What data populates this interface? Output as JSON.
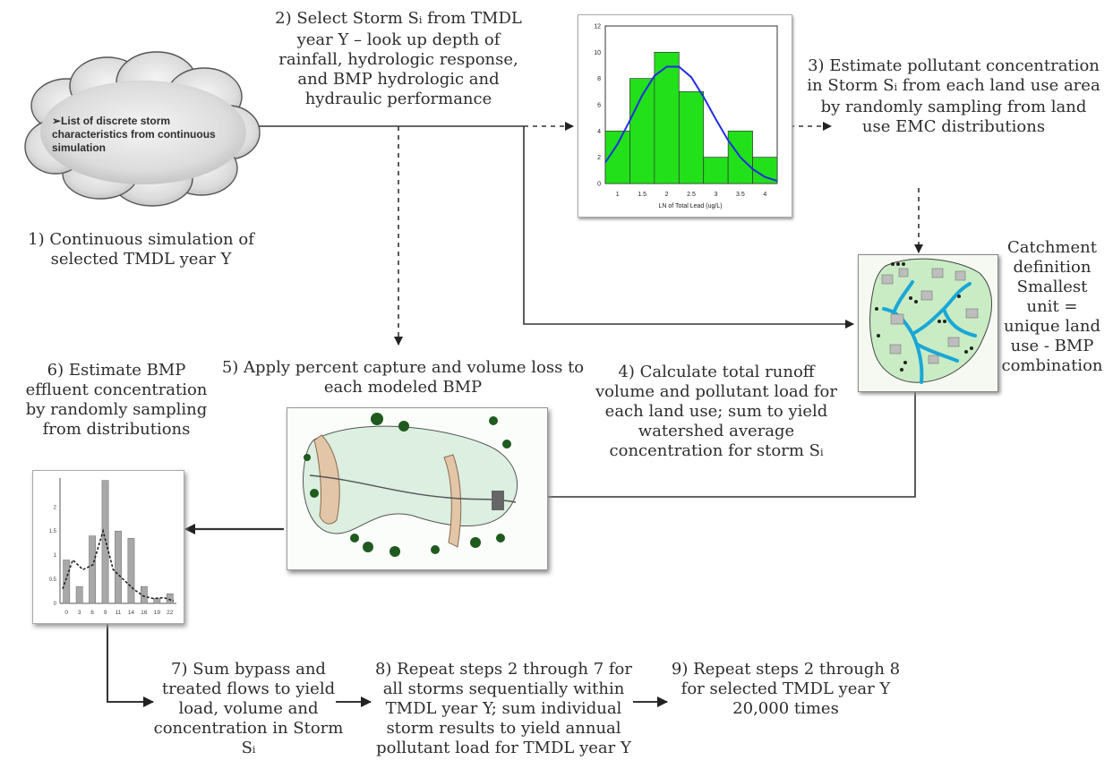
{
  "steps": {
    "s1": "1) Continuous simulation of selected TMDL year Y",
    "s2": {
      "pre": "2) Select Storm S",
      "sub": "i",
      "post": " from TMDL year Y – look up depth of rainfall, hydrologic response, and BMP hydrologic and hydraulic performance"
    },
    "s3": {
      "pre": "3) Estimate pollutant concentration in Storm S",
      "sub": "i",
      "post": " from each land use area by randomly sampling from land use EMC distributions"
    },
    "s4": {
      "pre": "4) Calculate total runoff volume and pollutant load for each land use; sum to yield watershed average concentration for storm S",
      "sub": "i",
      "post": ""
    },
    "s5": "5) Apply percent capture and volume loss to each modeled BMP",
    "s6": "6) Estimate BMP effluent concentration by randomly sampling from distributions",
    "s7": {
      "pre": "7) Sum bypass and treated flows to yield load, volume and concentration in Storm S",
      "sub": "i",
      "post": ""
    },
    "s8": "8) Repeat steps 2 through 7 for all storms sequentially within TMDL year Y; sum individual storm results to yield annual pollutant load for TMDL year Y",
    "s9": "9) Repeat steps 2 through 8 for selected TMDL year Y 20,000 times"
  },
  "cloud_text": "➢List of discrete storm characteristics from continuous simulation",
  "catchment_text": "Catchment definition Smallest unit = unique land use - BMP combination",
  "chart_data": [
    {
      "type": "bar",
      "title": "",
      "xlabel": "LN of Total Lead (ug/L)",
      "ylabel": "",
      "categories": [
        "1",
        "1.5",
        "2",
        "2.5",
        "3",
        "3.5",
        "4"
      ],
      "x_ticks": [
        "1",
        "1.5",
        "2",
        "2.5",
        "3",
        "3.5",
        "4"
      ],
      "y_ticks": [
        "0",
        "2",
        "4",
        "6",
        "8",
        "10",
        "12"
      ],
      "ylim": [
        0,
        12
      ],
      "series": [
        {
          "values": [
            4,
            8,
            10,
            7,
            2,
            4,
            2
          ],
          "color": "#22e01a"
        }
      ],
      "fit_curve": {
        "color": "#1f2ee0",
        "x": [
          0.75,
          1.0,
          1.25,
          1.5,
          1.75,
          2.0,
          2.25,
          2.5,
          2.75,
          3.0,
          3.25,
          3.5,
          3.75,
          4.0,
          4.25
        ],
        "y": [
          1.6,
          3.0,
          4.8,
          6.7,
          8.2,
          8.9,
          8.9,
          8.1,
          6.6,
          4.9,
          3.3,
          2.0,
          1.1,
          0.5,
          0.2
        ]
      }
    },
    {
      "type": "bar",
      "title": "",
      "xlabel": "",
      "ylabel": "",
      "categories": [
        "0",
        "3",
        "6",
        "9",
        "11",
        "14",
        "16",
        "19",
        "22"
      ],
      "x_ticks": [
        "0",
        "3",
        "6",
        "9",
        "11",
        "14",
        "16",
        "19",
        "22"
      ],
      "y_ticks": [
        "0",
        "0.5",
        "1",
        "1.5",
        "2"
      ],
      "ylim": [
        0,
        2.6
      ],
      "series": [
        {
          "values": [
            0.9,
            0.35,
            1.4,
            2.55,
            1.5,
            1.35,
            0.35,
            0.1,
            0.2
          ],
          "color": "#a8a8a8"
        }
      ],
      "fit_curve": {
        "color": "#222222",
        "x": [
          0,
          2,
          4,
          6,
          8,
          10,
          12,
          14,
          16,
          18,
          20,
          22
        ],
        "y": [
          0.3,
          0.9,
          0.7,
          0.8,
          1.5,
          0.7,
          0.5,
          0.3,
          0.15,
          0.1,
          0.12,
          0.05
        ]
      }
    }
  ]
}
